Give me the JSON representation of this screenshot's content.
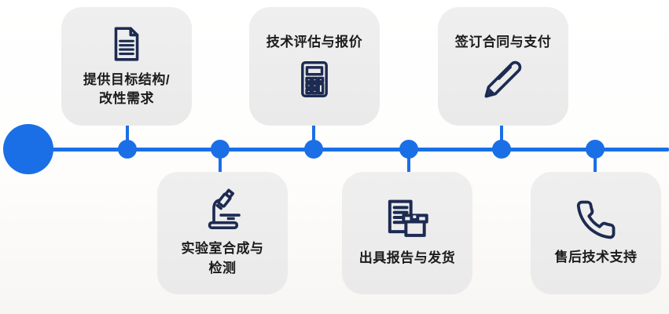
{
  "colors": {
    "accent": "#1b6fe6",
    "icon": "#1d2b52",
    "card_bg": "#ececec",
    "text": "#1b1b1b"
  },
  "timeline": {
    "description": "horizontal process flow, large start circle on left, 6 step nodes",
    "node_count": 6
  },
  "steps": [
    {
      "icon": "document-icon",
      "position": "above",
      "lines": [
        "提供目标结构/",
        "改性需求"
      ]
    },
    {
      "icon": "microscope-icon",
      "position": "below",
      "lines": [
        "实验室合成与",
        "检测"
      ]
    },
    {
      "icon": "calculator-icon",
      "position": "above",
      "lines": [
        "技术评估与报价"
      ]
    },
    {
      "icon": "report-box-icon",
      "position": "below",
      "lines": [
        "出具报告与发货"
      ]
    },
    {
      "icon": "pen-icon",
      "position": "above",
      "lines": [
        "签订合同与支付"
      ]
    },
    {
      "icon": "phone-icon",
      "position": "below",
      "lines": [
        "售后技术支持"
      ]
    }
  ]
}
